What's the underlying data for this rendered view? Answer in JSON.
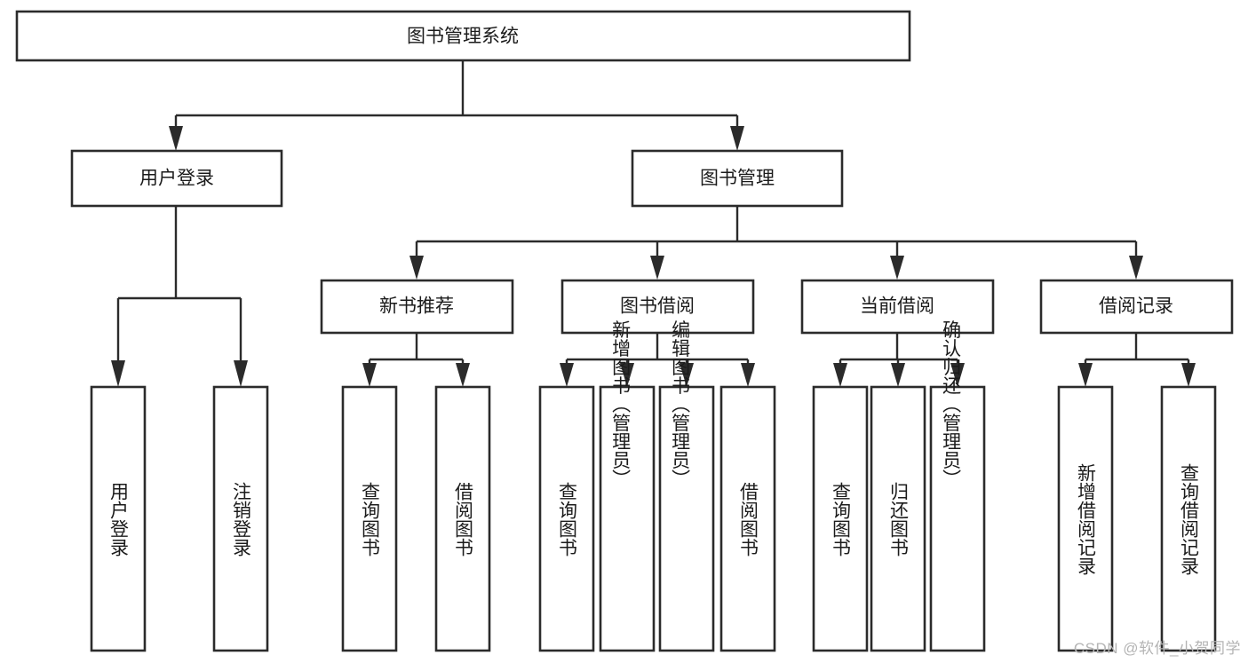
{
  "diagram": {
    "type": "tree-hierarchy",
    "title": "图书管理系统",
    "watermark": "CSDN @软件_小贺同学",
    "colors": {
      "stroke": "#2b2b2b",
      "fill": "#ffffff",
      "text": "#1b1b1b",
      "watermark": "#b4b4b4"
    },
    "levels": {
      "level1": {
        "label": "图书管理系统"
      },
      "level2": [
        {
          "label": "用户登录"
        },
        {
          "label": "图书管理"
        }
      ],
      "level3": [
        {
          "label": "新书推荐"
        },
        {
          "label": "图书借阅"
        },
        {
          "label": "当前借阅"
        },
        {
          "label": "借阅记录"
        }
      ],
      "leaves": {
        "user_login": [
          {
            "label": "用户登录"
          },
          {
            "label": "注销登录"
          }
        ],
        "new_book_recommend": [
          {
            "label": "查询图书"
          },
          {
            "label": "借阅图书"
          }
        ],
        "book_borrow": [
          {
            "label": "查询图书"
          },
          {
            "label": "新增图书（管理员）"
          },
          {
            "label": "编辑图书（管理员）"
          },
          {
            "label": "借阅图书"
          }
        ],
        "current_borrow": [
          {
            "label": "查询图书"
          },
          {
            "label": "归还图书"
          },
          {
            "label": "确认归还（管理员）"
          }
        ],
        "borrow_record": [
          {
            "label": "新增借阅记录"
          },
          {
            "label": "查询借阅记录"
          }
        ]
      }
    }
  }
}
